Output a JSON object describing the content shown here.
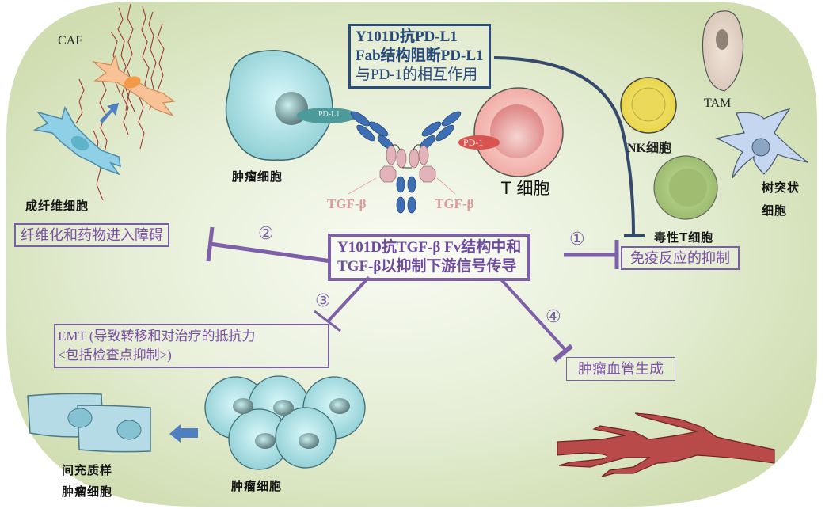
{
  "figure": {
    "central_box": {
      "line1": "Y101D抗TGF-β Fv结构中和",
      "line2": "TGF-β以抑制下游信号传导"
    },
    "top_box": {
      "line1": "Y101D抗PD-L1",
      "line2": "Fab结构阻断PD-L1",
      "line3": "与PD-1的相互作用"
    },
    "effects": [
      {
        "number": "①",
        "label": "免疫反应的抑制"
      },
      {
        "number": "②",
        "label": "纤维化和药物进入障碍"
      },
      {
        "number": "③",
        "label_line1": "EMT (导致转移和对治疗的抵抗力",
        "label_line2": "<包括检查点抑制>)"
      },
      {
        "number": "④",
        "label": "肿瘤血管生成"
      }
    ],
    "cell_labels": {
      "caf": "CAF",
      "fibroblast": "成纤维细胞",
      "tumor_cell_top": "肿瘤细胞",
      "t_cell": "T 细胞",
      "nk_cell": "NK细胞",
      "tam": "TAM",
      "dendritic_line1": "树突状",
      "dendritic_line2": "细胞",
      "cytotoxic_t": "毒性T细胞",
      "mesenchymal_line1": "间充质样",
      "mesenchymal_line2": "肿瘤细胞",
      "tumor_cells_bottom": "肿瘤细胞"
    },
    "molecule_labels": {
      "pd_l1": "PD-L1",
      "pd_1": "PD-1",
      "tgf_left": "TGF-β",
      "tgf_right": "TGF-β"
    },
    "colors": {
      "background": "#d3e0b6",
      "inhibition_purple": "#7d60a8",
      "inhibition_navy": "#34496c",
      "blood_vessel": "#b84a4a",
      "tumor_cell": "#b5e3e6",
      "t_cell": "#f2b3ad",
      "nk_cell": "#f0df5a",
      "cytotoxic_t_cell": "#a9c77c"
    }
  }
}
